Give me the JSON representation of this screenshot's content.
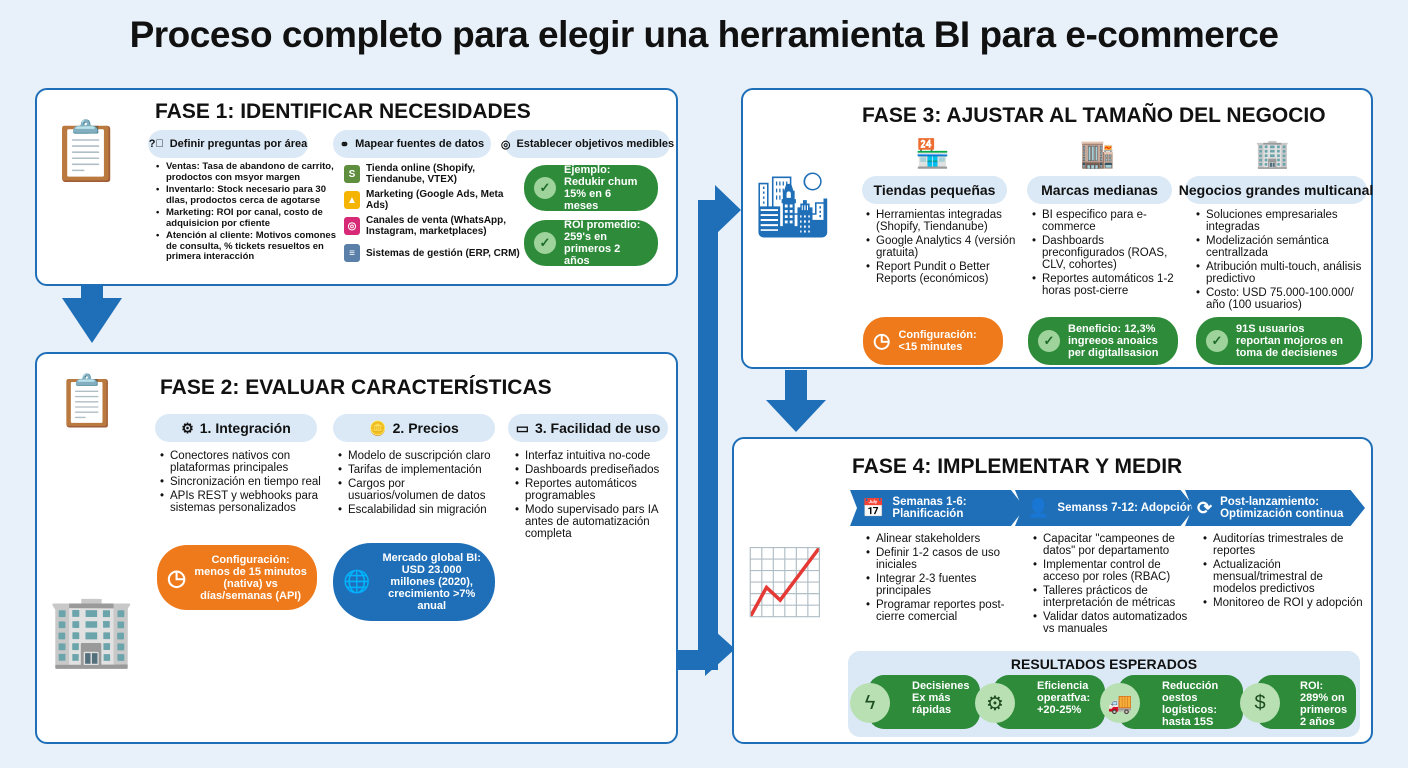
{
  "title": "Proceso completo para elegir una herramienta BI para e-commerce",
  "colors": {
    "primary": "#1f6fb8",
    "green": "#2e8b3a",
    "orange": "#ee7a1c",
    "pill": "#dbe9f6"
  },
  "fase1": {
    "title": "FASE 1: IDENTIFICAR NECESIDADES",
    "cols": [
      {
        "label": "Definir preguntas por área",
        "icon": "question-icon"
      },
      {
        "label": "Mapear fuentes de datos",
        "icon": "network-icon"
      },
      {
        "label": "Establecer objetivos medibles",
        "icon": "target-icon"
      }
    ],
    "preguntas": [
      "Ventas: Tasa de abandono de carrito, prodoctos con msyor margen",
      "Inventarlo: Stock necesario para 30 dlas, prodoctos cerca de agotarse",
      "Marketing: ROI por canal, costo de adquisicion por cfiente",
      "Atención al cliente: Motivos comones de consulta, % tickets resueltos en primera interacción"
    ],
    "fuentes": [
      {
        "text": "Tienda online (Shopify, Tiendanube, VTEX)",
        "icon": "shopify-icon"
      },
      {
        "text": "Marketing (Google Ads, Meta Ads)",
        "icon": "google-ads-icon"
      },
      {
        "text": "Canales de venta (WhatsApp, Instagram, marketplaces)",
        "icon": "instagram-icon"
      },
      {
        "text": "Sistemas de gestión (ERP, CRM)",
        "icon": "database-icon"
      }
    ],
    "objetivos": [
      "Ejemplo: Redukir chum 15% en 6 meses",
      "ROI promedio: 259's en primeros 2 años"
    ]
  },
  "fase2": {
    "title": "FASE 2: EVALUAR CARACTERÍSTICAS",
    "cols": [
      {
        "label": "1. Integración",
        "items": [
          "Conectores nativos con plataformas principales",
          "Sincronización en tiempo real",
          "APIs REST y webhooks para sistemas personalizados"
        ]
      },
      {
        "label": "2. Precios",
        "items": [
          "Modelo de suscripción claro",
          "Tarifas de implementación",
          "Cargos por usuarios/volumen de datos",
          "Escalabilidad sin migración"
        ]
      },
      {
        "label": "3. Facilidad de uso",
        "items": [
          "Interfaz intuitiva no-code",
          "Dashboards prediseñados",
          "Reportes automáticos programables",
          "Modo supervisado pars IA antes de automatización completa"
        ]
      }
    ],
    "badges": [
      "Configuración: menos de 15 minutos (nativa) vs días/semanas (API)",
      "Mercado global BI: USD 23.000 millones (2020), crecimiento >7% anual"
    ]
  },
  "fase3": {
    "title": "FASE 3: AJUSTAR AL TAMAÑO DEL NEGOCIO",
    "cols": [
      {
        "label": "Tiendas pequeñas",
        "items": [
          "Herramientas integradas (Shopify, Tiendanube)",
          "Google Analytics 4 (versión gratuita)",
          "Report Pundit o Better Reports (económicos)"
        ],
        "badge": "Configuración: <15 minutes"
      },
      {
        "label": "Marcas medianas",
        "items": [
          "BI especifico para e-commerce",
          "Dashboards preconfigurados (ROAS, CLV, cohortes)",
          "Reportes automáticos 1-2 horas post-cierre"
        ],
        "badge": "Beneficio: 12,3% ingreeos anoaics per digitallsasion"
      },
      {
        "label": "Negocios grandes multicanal",
        "items": [
          "Soluciones empresariales integradas",
          "Modelización semántica centrallzada",
          "Atribución multi-touch, análisis predictivo",
          "Costo: USD 75.000-100.000/ año (100 usuarios)"
        ],
        "badge": "91S usuarios reportan mojoros en toma de decisienes"
      }
    ]
  },
  "fase4": {
    "title": "FASE 4: IMPLEMENTAR Y MEDIR",
    "steps": [
      {
        "label": "Semanas 1-6: Planificación",
        "icon": "calendar-icon",
        "items": [
          "Alinear stakeholders",
          "Definir 1-2 casos de uso iniciales",
          "Integrar 2-3 fuentes principales",
          "Programar reportes post-cierre comercial"
        ]
      },
      {
        "label": "Semanss 7-12: Adopción",
        "icon": "user-check-icon",
        "items": [
          "Capacitar \"campeones de datos\" por departamento",
          "Implementar control de acceso por roles (RBAC)",
          "Talleres prácticos de interpretación de métricas",
          "Validar datos automatizados vs manuales"
        ]
      },
      {
        "label": "Post-lanzamiento: Optimización continua",
        "icon": "refresh-icon",
        "items": [
          "Auditorías trimestrales de reportes",
          "Actualización mensual/trimestral de modelos predictivos",
          "Monitoreo de ROI y adopción"
        ]
      }
    ],
    "results_title": "RESULTADOS ESPERADOS",
    "results": [
      {
        "text": "Decisienes Ex más rápidas",
        "icon": "lightning-icon"
      },
      {
        "text": "Eficiencia operatfva: +20-25%",
        "icon": "gear-icon"
      },
      {
        "text": "Reducción oestos logísticos: hasta 15S",
        "icon": "truck-icon"
      },
      {
        "text": "ROI: 289% on primeros 2 años",
        "icon": "money-bag-icon"
      }
    ]
  }
}
